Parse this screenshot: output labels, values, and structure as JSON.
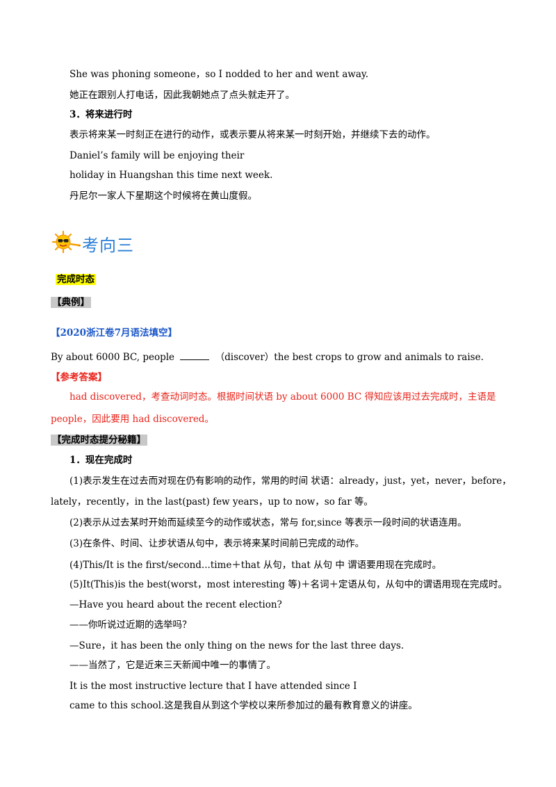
{
  "lines": {
    "l1": "She was phoning someone，so I nodded to her and went away.",
    "l2": "她正在跟别人打电话，因此我朝她点了点头就走开了。",
    "l3": "3．将来进行时",
    "l4": "表示将来某一时刻正在进行的动作，或表示要从将来某一时刻开始，并继续下去的动作。",
    "l5": "Daniel’s family will be enjoying their",
    "l6": "holiday in Huangshan this time next week.",
    "l7": "丹尼尔一家人下星期这个时候将在黄山度假。"
  },
  "section": {
    "title": "考向三",
    "topic": "完成时态",
    "example_tag": "【典例】",
    "source": "【2020浙江卷7月语法填空】",
    "question_before": "By about 6000 BC, people",
    "question_after": "（discover）the best crops to grow and animals to raise.",
    "answer_tag": "【参考答案】",
    "answer_line1": "had  discovered，考查动词时态。根据时间状语 by  about  6000  BC 得知应该用过去完成时，主语是",
    "answer_line2": "people，因此要用 had  discovered。",
    "tips_tag": "【完成时态提分秘籍】"
  },
  "tips": {
    "h1": "1．现在完成时",
    "p1a": "(1)表示发生在过去而对现在仍有影响的动作，常用的时间  状语：already，just，yet，never，before，",
    "p1b": "lately，recently，in the last(past) few years，up to now，so far 等。",
    "p2": "(2)表示从过去某时开始而延续至今的动作或状态，常与 for,since 等表示一段时间的状语连用。",
    "p3": "(3)在条件、时间、让步状语从句中，表示将来某时间前已完成的动作。",
    "p4": "(4)This/It is the first/second...time＋that 从句，that 从句  中  谓语要用现在完成时。",
    "p5": "(5)It(This)is the best(worst，most interesting 等)＋名词＋定语从句，从句中的谓语用现在完成时。",
    "e1": "—Have you heard about the recent election?",
    "e2": "——你听说过近期的选举吗？",
    "e3": "—Sure，it has been the only thing on the news for the last three days.",
    "e4": "——当然了，它是近来三天新闻中唯一的事情了。",
    "e5": "It is the most instructive lecture that I have attended since I",
    "e6": "came to this school.这是我自从到这个学校以来所参加过的最有教育意义的讲座。"
  },
  "colors": {
    "heading": "#2a7fd6",
    "answer": "#e8231a",
    "source": "#1a56c8",
    "highlight": "#ffff00",
    "tag_bg": "#c8c8c8"
  },
  "icons": [
    "sun-with-sunglasses-icon"
  ]
}
